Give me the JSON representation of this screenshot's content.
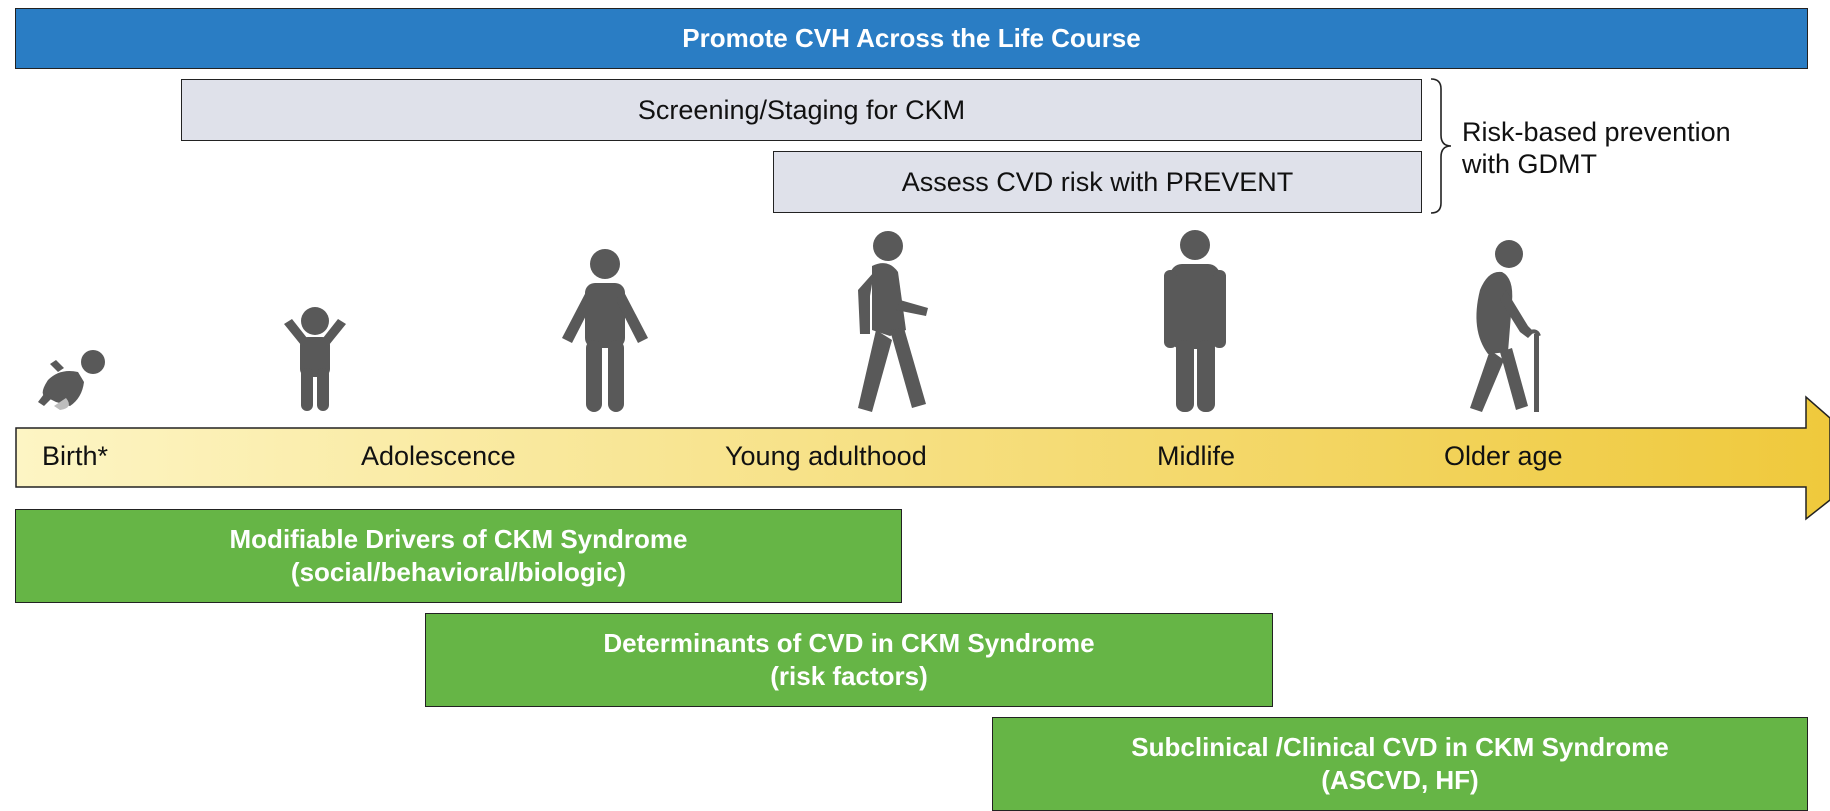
{
  "top_banner": "Promote CVH Across the Life Course",
  "screening": "Screening/Staging for CKM",
  "assess": "Assess CVD risk with PREVENT",
  "bracket_label": {
    "line1": "Risk-based prevention",
    "line2": "with GDMT"
  },
  "timeline_stages": [
    "Birth*",
    "Adolescence",
    "Young adulthood",
    "Midlife",
    "Older age"
  ],
  "figures": [
    "baby-icon",
    "child-icon",
    "teen-icon",
    "walking-adult-icon",
    "adult-icon",
    "elderly-with-cane-icon"
  ],
  "green_boxes": [
    {
      "line1": "Modifiable Drivers of CKM Syndrome",
      "line2": "(social/behavioral/biologic)"
    },
    {
      "line1": "Determinants of CVD in CKM Syndrome",
      "line2": "(risk factors)"
    },
    {
      "line1": "Subclinical /Clinical CVD in CKM Syndrome",
      "line2": "(ASCVD, HF)"
    }
  ],
  "colors": {
    "banner": "#2a7dc4",
    "grey_box": "#dfe1ea",
    "green_box": "#66b546",
    "arrow_start": "#fdf5c4",
    "arrow_end": "#efc93c",
    "figure": "#595959"
  }
}
